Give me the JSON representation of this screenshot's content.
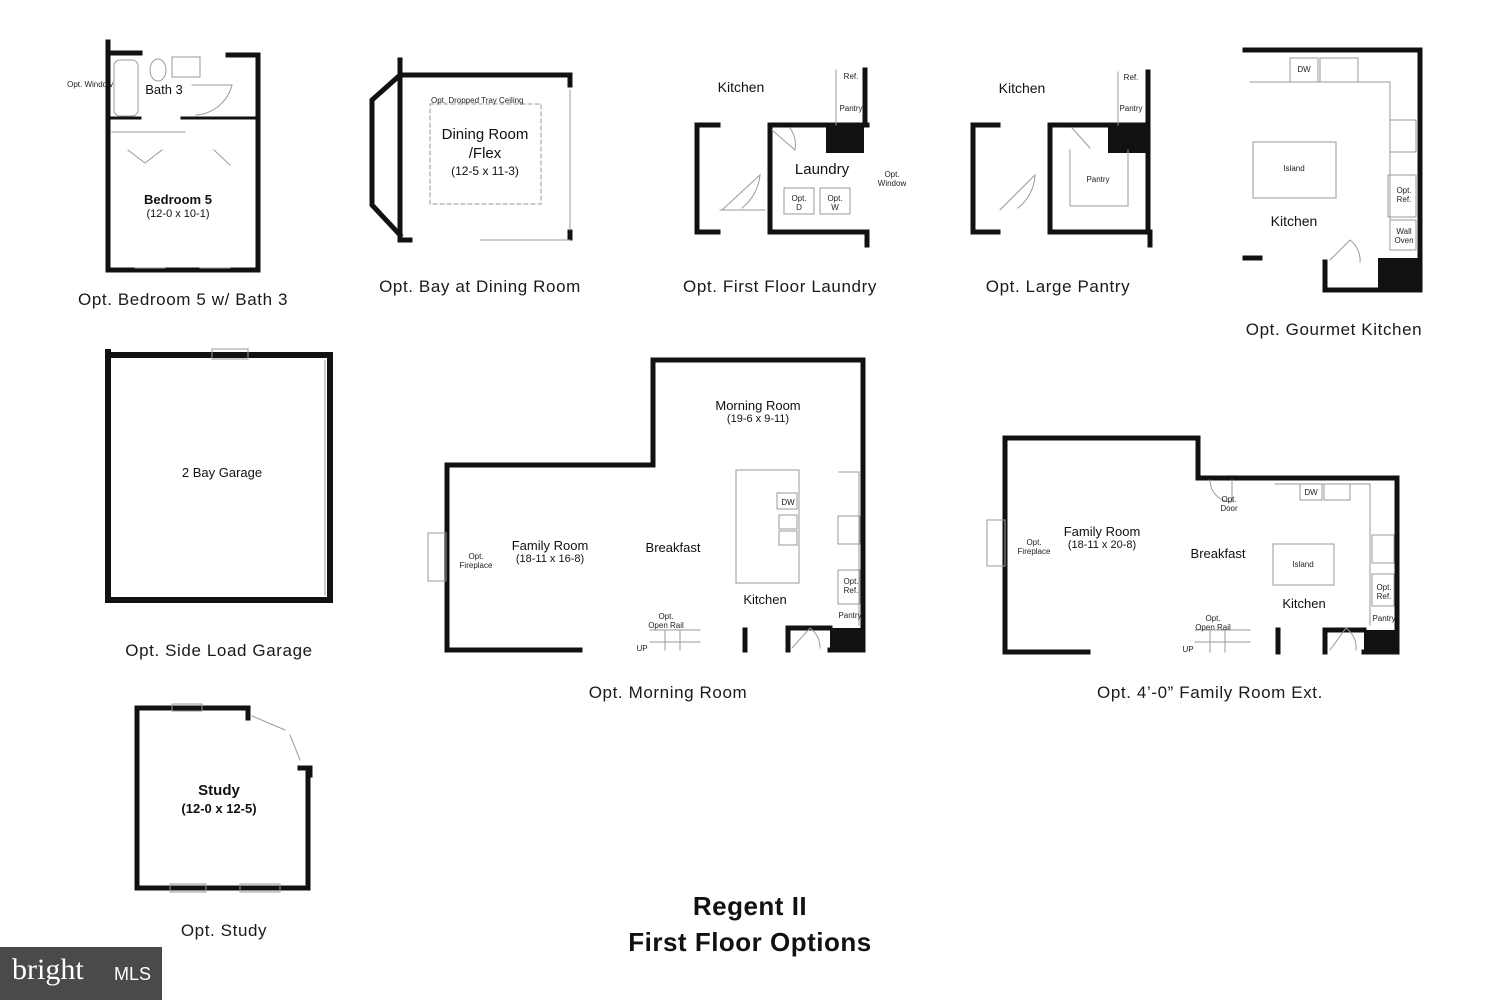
{
  "title": {
    "line1": "Regent II",
    "line2": "First Floor Options"
  },
  "captions": {
    "bedroom5": "Opt. Bedroom 5 w/ Bath 3",
    "bay_dining": "Opt. Bay at Dining Room",
    "laundry": "Opt. First Floor Laundry",
    "pantry": "Opt. Large Pantry",
    "gourmet": "Opt. Gourmet Kitchen",
    "garage": "Opt. Side Load Garage",
    "morning": "Opt. Morning Room",
    "family_ext": "Opt. 4’-0” Family Room Ext.",
    "study": "Opt. Study"
  },
  "plan_bedroom5": {
    "opt_window": "Opt. Window",
    "bath": "Bath 3",
    "room": "Bedroom 5",
    "dims": "(12-0 x 10-1)"
  },
  "plan_dining": {
    "tray": "Opt. Dropped Tray Ceiling",
    "room_l1": "Dining Room",
    "room_l2": "/Flex",
    "dims": "(12-5 x 11-3)"
  },
  "plan_laundry": {
    "kitchen": "Kitchen",
    "ref": "Ref.",
    "pantry": "Pantry",
    "laundry": "Laundry",
    "dryer": "Opt. D",
    "washer": "Opt. W",
    "window": "Opt. Window"
  },
  "plan_pantry": {
    "kitchen": "Kitchen",
    "ref": "Ref.",
    "pantry_small": "Pantry",
    "pantry": "Pantry"
  },
  "plan_gourmet": {
    "dw": "DW",
    "island": "Island",
    "kitchen": "Kitchen",
    "ref": "Opt. Ref.",
    "wall_oven": "Wall Oven"
  },
  "plan_garage": {
    "room": "2 Bay Garage"
  },
  "plan_morning": {
    "morning": "Morning Room",
    "morning_dims": "(19-6 x 9-11)",
    "family": "Family Room",
    "family_dims": "(18-11 x 16-8)",
    "breakfast": "Breakfast",
    "kitchen": "Kitchen",
    "fireplace": "Opt. Fireplace",
    "dw": "DW",
    "ref": "Opt. Ref.",
    "pantry": "Pantry",
    "rail": "Opt. Open Rail",
    "up": "UP"
  },
  "plan_family_ext": {
    "family": "Family Room",
    "family_dims": "(18-11 x 20-8)",
    "breakfast": "Breakfast",
    "island": "Island",
    "kitchen": "Kitchen",
    "fireplace": "Opt. Fireplace",
    "door": "Opt. Door",
    "dw": "DW",
    "ref": "Opt. Ref.",
    "pantry": "Pantry",
    "rail": "Opt. Open Rail",
    "up": "UP"
  },
  "plan_study": {
    "room": "Study",
    "dims": "(12-0 x 12-5)"
  },
  "logo": {
    "brand": "bright",
    "suffix": "MLS"
  },
  "colors": {
    "wall": "#111111",
    "thin_line": "#9a9a9a",
    "logo_bg": "#4a4a4a"
  }
}
